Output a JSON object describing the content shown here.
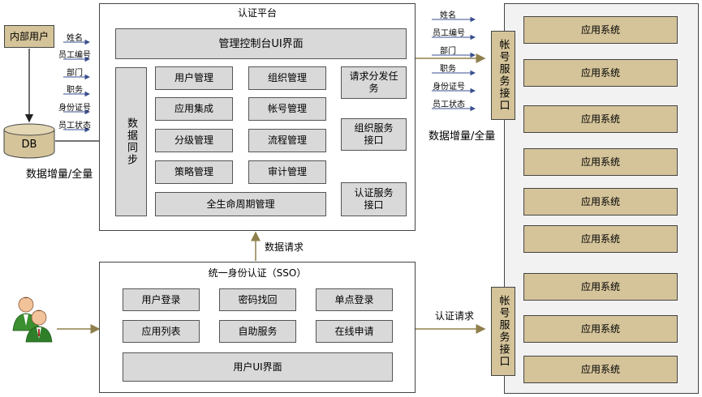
{
  "auth_platform": {
    "title": "认证平台",
    "console": "管理控制台UI界面",
    "data_sync": "数据同步",
    "modules": [
      "用户管理",
      "组织管理",
      "应用集成",
      "帐号管理",
      "分级管理",
      "流程管理",
      "策略管理",
      "审计管理"
    ],
    "lifecycle": "全生命周期管理",
    "services": [
      "请求分发任务",
      "组织服务接口",
      "认证服务接口"
    ]
  },
  "source": {
    "internal_users": "内部用户",
    "db": "DB",
    "fields": [
      "姓名",
      "员工编号",
      "部门",
      "职务",
      "身份证号",
      "员工状态"
    ],
    "sync_mode": "数据增量/全量"
  },
  "sso": {
    "title": "统一身份认证（SSO）",
    "buttons": [
      "用户登录",
      "密码找回",
      "单点登录",
      "应用列表",
      "自助服务",
      "在线申请"
    ],
    "ui": "用户UI界面"
  },
  "links": {
    "data_request": "数据请求",
    "auth_request": "认证请求"
  },
  "right": {
    "fields": [
      "姓名",
      "员工编号",
      "部门",
      "职务",
      "身份证号",
      "员工状态"
    ],
    "sync_mode": "数据增量/全量",
    "account_service": "帐号服务接口",
    "app_label": "应用系统",
    "apps": [
      "应用系统",
      "应用系统",
      "应用系统",
      "应用系统",
      "应用系统",
      "应用系统",
      "应用系统",
      "应用系统",
      "应用系统"
    ]
  },
  "colors": {
    "arrow": "#8f7f4c",
    "gold": "#d5c49a",
    "gray": "#d9d9d9"
  }
}
